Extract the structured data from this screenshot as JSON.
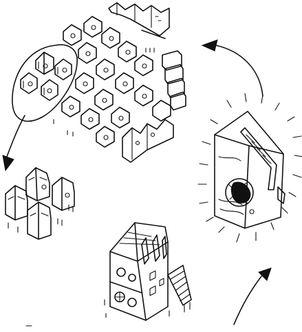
{
  "ink_color": "#111111",
  "paper_color": "#ffffff",
  "stages": [
    {
      "name": "neighbourhood-cluster",
      "icon": "house-cluster-icon"
    },
    {
      "name": "small-house-group",
      "icon": "house-group-icon"
    },
    {
      "name": "multi-storey-house",
      "icon": "tower-house-icon"
    },
    {
      "name": "single-shelter",
      "icon": "cube-house-icon"
    }
  ],
  "arrows": [
    {
      "name": "arrow-cluster-to-group",
      "icon": "arrow-icon"
    },
    {
      "name": "arrow-tower-to-shelter",
      "icon": "arrow-icon"
    },
    {
      "name": "arrow-shelter-to-cluster",
      "icon": "arrow-icon"
    }
  ]
}
